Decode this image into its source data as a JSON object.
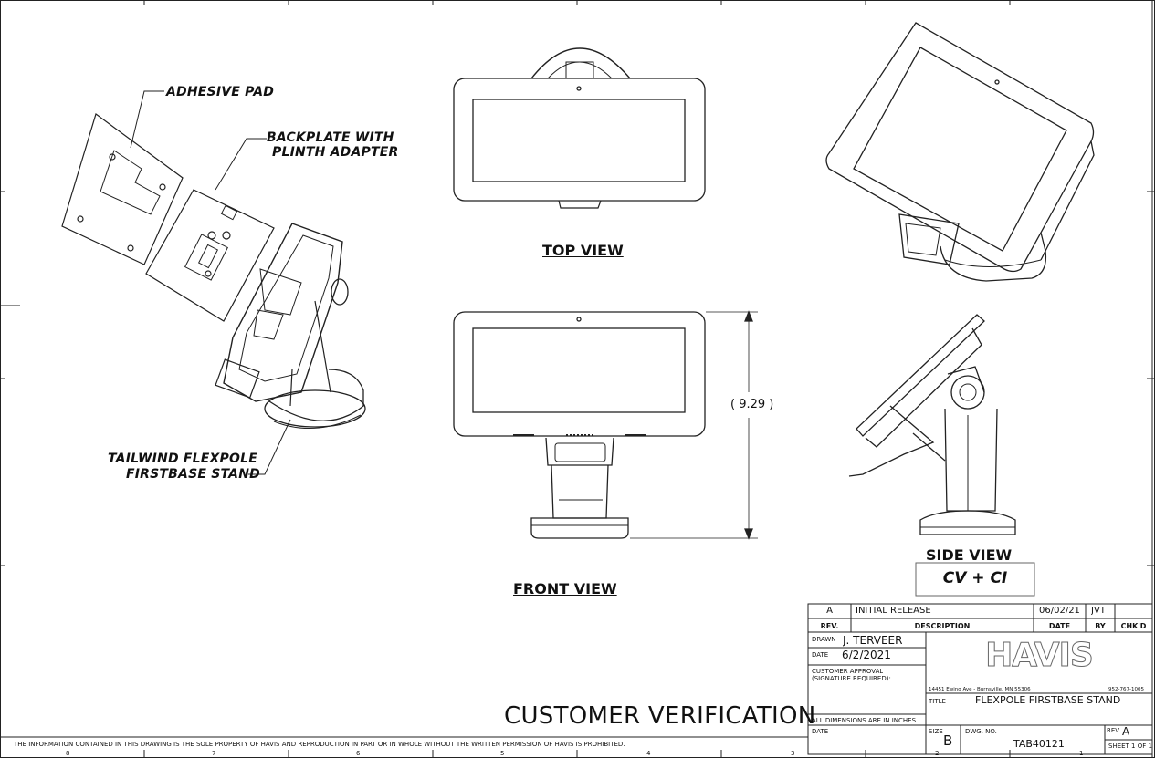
{
  "callouts": {
    "adhesive_pad": "ADHESIVE PAD",
    "backplate_line1": "BACKPLATE WITH",
    "backplate_line2": "PLINTH ADAPTER",
    "stand_line1": "TAILWIND FLEXPOLE",
    "stand_line2": "FIRSTBASE STAND"
  },
  "views": {
    "top": "TOP VIEW",
    "front": "FRONT VIEW",
    "side": "SIDE VIEW"
  },
  "dimension": "( 9.29 )",
  "stamp": "CV + CI",
  "big_title": "CUSTOMER VERIFICATION",
  "disclaimer": "THE INFORMATION CONTAINED IN THIS DRAWING IS THE SOLE PROPERTY OF HAVIS AND REPRODUCTION IN PART OR IN WHOLE WITHOUT THE WRITTEN PERMISSION OF HAVIS IS PROHIBITED.",
  "border_zones": {
    "bottom": [
      "8",
      "7",
      "6",
      "5",
      "4",
      "3",
      "2",
      "1"
    ]
  },
  "title_block": {
    "revision_row": {
      "rev": "A",
      "description": "INITIAL RELEASE",
      "date": "06/02/21",
      "by": "JVT",
      "chkd": ""
    },
    "headers": {
      "rev": "REV.",
      "description": "DESCRIPTION",
      "date": "DATE",
      "by": "BY",
      "chkd": "CHK'D"
    },
    "drawn_label": "DRAWN",
    "drawn_value": "J. TERVEER",
    "date_label": "DATE",
    "date_value": "6/2/2021",
    "approval_line1": "CUSTOMER APPROVAL",
    "approval_line2": "(SIGNATURE REQUIRED):",
    "dimensions_note": "ALL DIMENSIONS ARE IN INCHES",
    "date2_label": "DATE",
    "logo": "HAVIS",
    "address": "14451 Ewing Ave - Burnsville, MN 55306",
    "phone": "952-767-1005",
    "title_label": "TITLE",
    "title_value": "FLEXPOLE FIRSTBASE STAND",
    "size_label": "SIZE",
    "size_value": "B",
    "dwg_label": "DWG. NO.",
    "dwg_value": "TAB40121",
    "rev_label": "REV.",
    "rev_value": "A",
    "sheet": "SHEET 1 OF 1"
  }
}
